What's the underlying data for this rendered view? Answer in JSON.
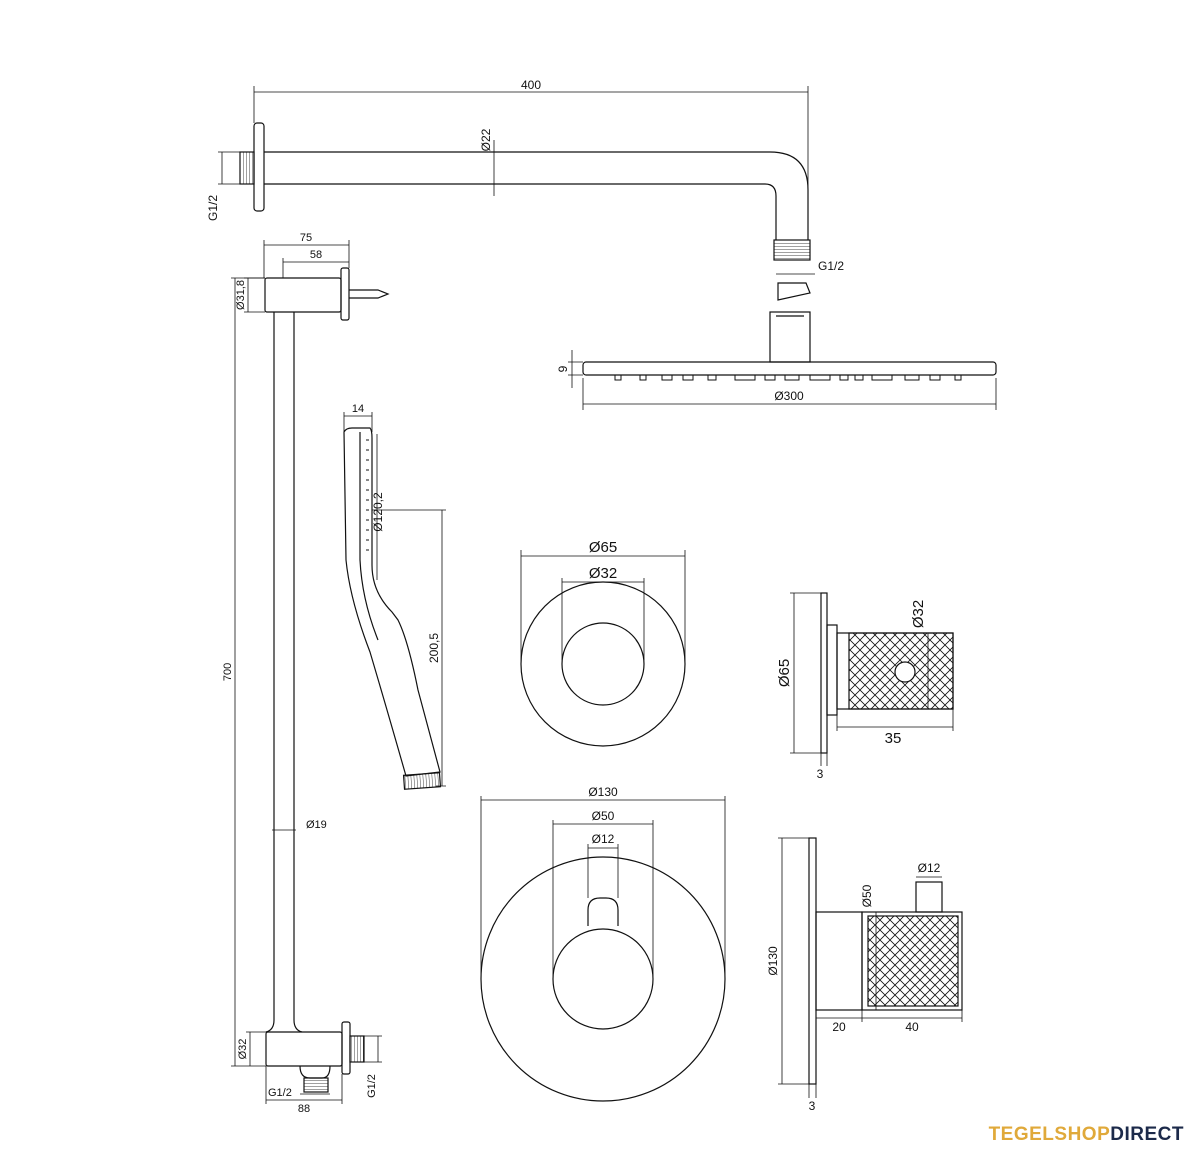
{
  "brand": {
    "name_part1": "TEGELSHOP",
    "name_part2": "DIRECT",
    "accent_color": "#e0a93a",
    "dark_color": "#1c2a4a"
  },
  "dimensions": {
    "arm_length": "400",
    "arm_diameter": "Ø22",
    "arm_thread": "G1/2",
    "arm_outlet_thread": "G1/2",
    "head_thickness": "9",
    "head_diameter": "Ø300",
    "bracket_75": "75",
    "bracket_58": "58",
    "bracket_d318": "Ø31,8",
    "rail_length": "700",
    "rail_diameter": "Ø19",
    "rail_bottom_d32": "Ø32",
    "rail_bottom_thread": "G1/2",
    "rail_bottom_88": "88",
    "rail_side_thread": "G1/2",
    "hand_14": "14",
    "hand_d1202": "Ø120,2",
    "hand_2005": "200,5",
    "rosette_d65": "Ø65",
    "rosette_d32": "Ø32",
    "stop_d65": "Ø65",
    "stop_d32": "Ø32",
    "stop_35": "35",
    "stop_3": "3",
    "thermo_d130": "Ø130",
    "thermo_d50": "Ø50",
    "thermo_d12": "Ø12",
    "thermo_side_d130": "Ø130",
    "thermo_side_d50": "Ø50",
    "thermo_side_d12": "Ø12",
    "thermo_side_20": "20",
    "thermo_side_40": "40",
    "thermo_side_3": "3"
  }
}
